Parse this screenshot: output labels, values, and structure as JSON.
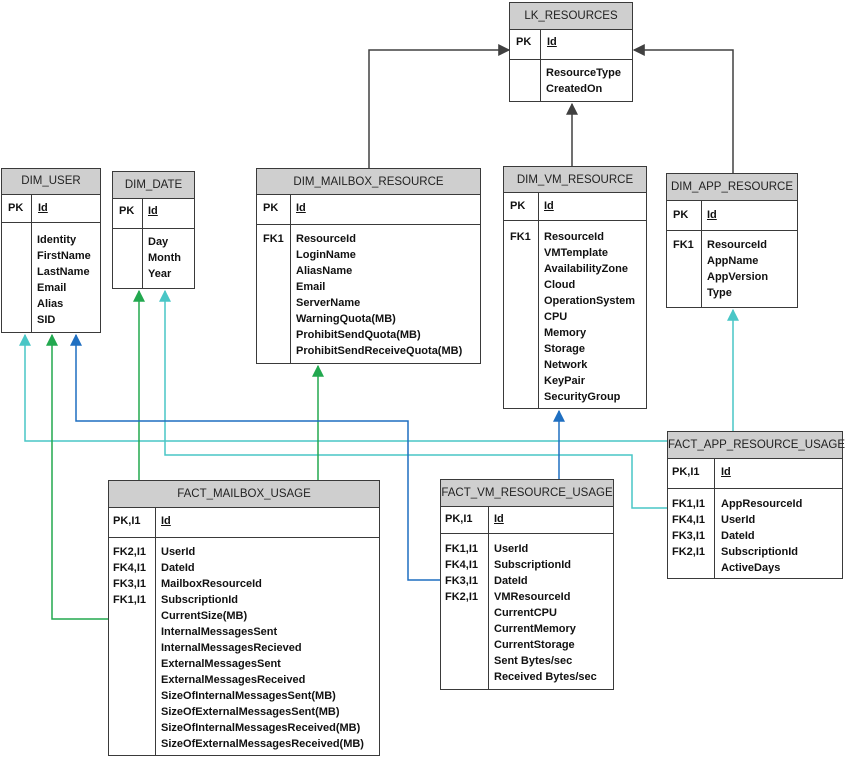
{
  "entities": {
    "lk_resources": {
      "title": "LK_RESOURCES",
      "pk_label": "PK",
      "pk_field": "Id",
      "keys": [],
      "fields": [
        "ResourceType",
        "CreatedOn"
      ]
    },
    "dim_user": {
      "title": "DIM_USER",
      "pk_label": "PK",
      "pk_field": "Id",
      "keys": [],
      "fields": [
        "Identity",
        "FirstName",
        "LastName",
        "Email",
        "Alias",
        "SID"
      ]
    },
    "dim_date": {
      "title": "DIM_DATE",
      "pk_label": "PK",
      "pk_field": "Id",
      "keys": [],
      "fields": [
        "Day",
        "Month",
        "Year"
      ]
    },
    "dim_mailbox_resource": {
      "title": "DIM_MAILBOX_RESOURCE",
      "pk_label": "PK",
      "pk_field": "Id",
      "keys": [
        "FK1"
      ],
      "fields": [
        "ResourceId",
        "LoginName",
        "AliasName",
        "Email",
        "ServerName",
        "WarningQuota(MB)",
        "ProhibitSendQuota(MB)",
        "ProhibitSendReceiveQuota(MB)"
      ]
    },
    "dim_vm_resource": {
      "title": "DIM_VM_RESOURCE",
      "pk_label": "PK",
      "pk_field": "Id",
      "keys": [
        "FK1"
      ],
      "fields": [
        "ResourceId",
        "VMTemplate",
        "AvailabilityZone",
        "Cloud",
        "OperationSystem",
        "CPU",
        "Memory",
        "Storage",
        "Network",
        "KeyPair",
        "SecurityGroup"
      ]
    },
    "dim_app_resource": {
      "title": "DIM_APP_RESOURCE",
      "pk_label": "PK",
      "pk_field": "Id",
      "keys": [
        "FK1"
      ],
      "fields": [
        "ResourceId",
        "AppName",
        "AppVersion",
        "Type"
      ]
    },
    "fact_app_resource_usage": {
      "title": "FACT_APP_RESOURCE_USAGE",
      "pk_label": "PK,I1",
      "pk_field": "Id",
      "keys": [
        "FK1,I1",
        "FK4,I1",
        "FK3,I1",
        "FK2,I1"
      ],
      "fields": [
        "AppResourceId",
        "UserId",
        "DateId",
        "SubscriptionId",
        "ActiveDays"
      ]
    },
    "fact_mailbox_usage": {
      "title": "FACT_MAILBOX_USAGE",
      "pk_label": "PK,I1",
      "pk_field": "Id",
      "keys": [
        "FK2,I1",
        "FK4,I1",
        "FK3,I1",
        "FK1,I1"
      ],
      "fields": [
        "UserId",
        "DateId",
        "MailboxResourceId",
        "SubscriptionId",
        "CurrentSize(MB)",
        "InternalMessagesSent",
        "InternalMessagesRecieved",
        "ExternalMessagesSent",
        "ExternalMessagesReceived",
        "SizeOfInternalMessagesSent(MB)",
        "SizeOfExternalMessagesSent(MB)",
        "SizeOfInternalMessagesReceived(MB)",
        "SizeOfExternalMessagesReceived(MB)"
      ]
    },
    "fact_vm_resource_usage": {
      "title": "FACT_VM_RESOURCE_USAGE",
      "pk_label": "PK,I1",
      "pk_field": "Id",
      "keys": [
        "FK1,I1",
        "FK4,I1",
        "FK3,I1",
        "FK2,I1"
      ],
      "fields": [
        "UserId",
        "SubscriptionId",
        "DateId",
        "VMResourceId",
        "CurrentCPU",
        "CurrentMemory",
        "CurrentStorage",
        "Sent Bytes/sec",
        "Received Bytes/sec"
      ]
    }
  },
  "colors": {
    "dark_arrow": "#404040",
    "cyan": "#49c6c6",
    "green": "#22a84f",
    "blue": "#1f6fc1",
    "header_fill": "#cfcfcf",
    "border": "#3a3a3a"
  }
}
